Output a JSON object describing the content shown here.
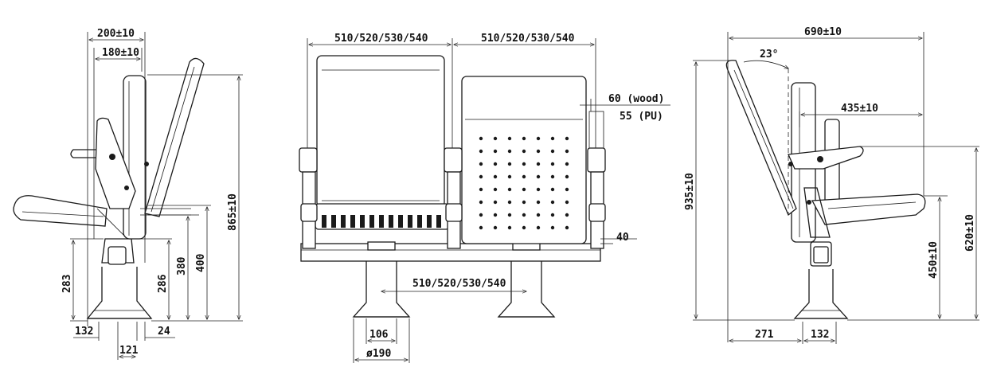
{
  "side_view_left": {
    "dims": {
      "top_outer": "200±10",
      "top_inner": "180±10",
      "height_total": "865±10",
      "h_400": "400",
      "h_380": "380",
      "h_286": "286",
      "h_283": "283",
      "w_132": "132",
      "w_24": "24",
      "w_121": "121"
    }
  },
  "front_view": {
    "dims": {
      "seat_width_left": "510/520/530/540",
      "seat_width_right": "510/520/530/540",
      "pitch": "510/520/530/540",
      "back_wood": "60 (wood)",
      "back_pu": "55 (PU)",
      "armrest_40": "40",
      "base_inner": "106",
      "base_diameter": "ø190"
    }
  },
  "side_view_right": {
    "dims": {
      "depth_total": "690±10",
      "back_angle": "23°",
      "seat_depth": "435±10",
      "height_total": "935±10",
      "arm_height": "620±10",
      "seat_height": "450±10",
      "w_271": "271",
      "w_132": "132"
    }
  }
}
